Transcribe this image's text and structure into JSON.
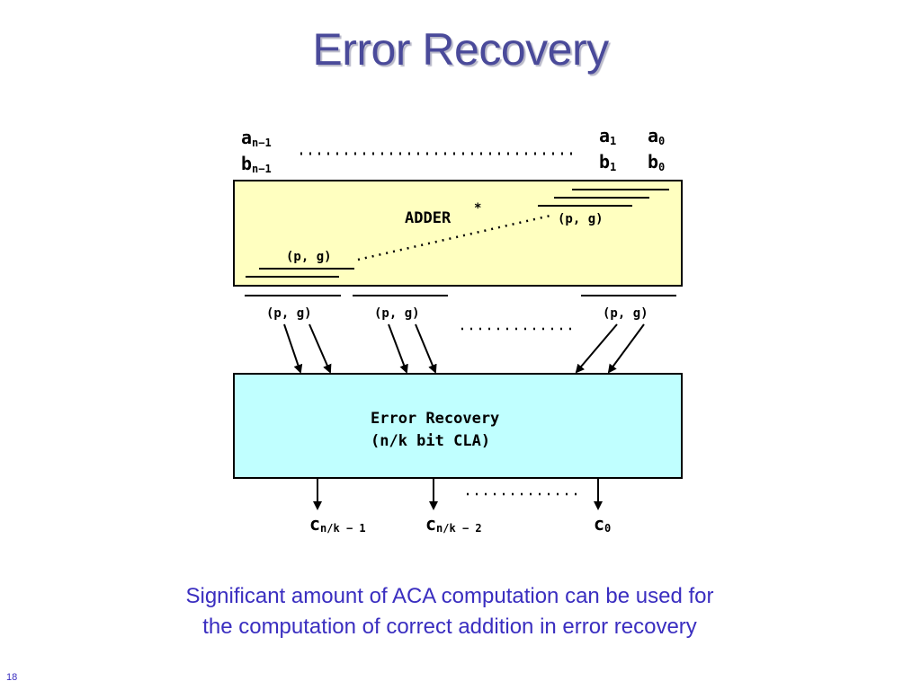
{
  "slide": {
    "title": "Error Recovery",
    "page_number": "18"
  },
  "diagram": {
    "inputs_left": {
      "a": {
        "letter": "a",
        "sub": "n−1"
      },
      "b": {
        "letter": "b",
        "sub": "n−1"
      }
    },
    "inputs_right": [
      {
        "letter": "a",
        "sub": "1"
      },
      {
        "letter": "a",
        "sub": "0"
      },
      {
        "letter": "b",
        "sub": "1"
      },
      {
        "letter": "b",
        "sub": "0"
      }
    ],
    "adder_block": {
      "label": "ADDER",
      "star": "*",
      "pg_left": "(p, g)",
      "pg_right": "(p, g)",
      "fill": "#ffffc0"
    },
    "pg_outputs": [
      "(p, g)",
      "(p, g)",
      "(p, g)"
    ],
    "recovery_block": {
      "line1": "Error Recovery",
      "line2": "(n/k bit CLA)",
      "fill": "#c0ffff"
    },
    "carry_outputs": [
      {
        "letter": "c",
        "sub": "n/k − 1"
      },
      {
        "letter": "c",
        "sub": "n/k − 2"
      },
      {
        "letter": "c",
        "sub": "0"
      }
    ]
  },
  "caption": {
    "line1": "Significant amount of ACA computation can be used for",
    "line2": "the computation of correct addition in error recovery"
  },
  "colors": {
    "title": "#4a4a9a",
    "caption": "#3a2ec0"
  }
}
